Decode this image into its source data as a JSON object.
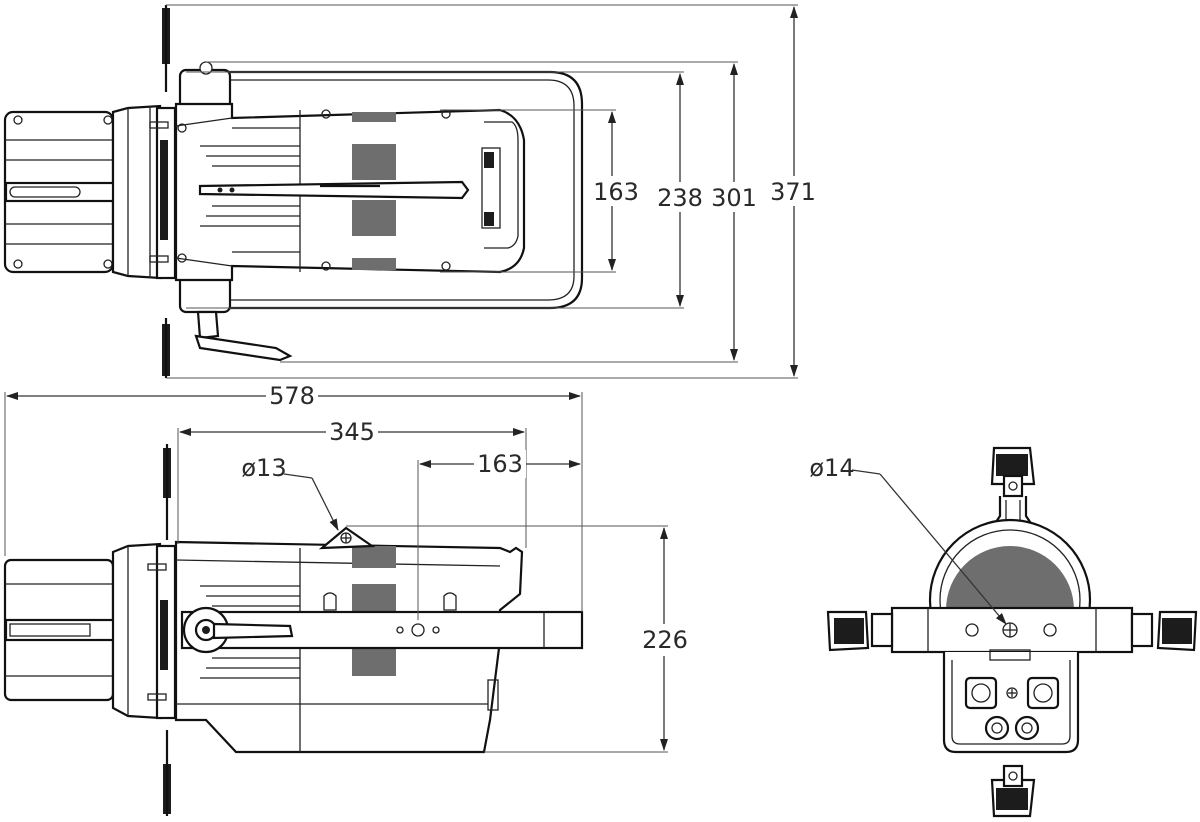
{
  "top_view": {
    "dims": {
      "d163": "163",
      "d238": "238",
      "d301": "301",
      "d371": "371"
    }
  },
  "side_view": {
    "dims": {
      "d578": "578",
      "d345": "345",
      "d163": "163",
      "d226": "226",
      "hole": "ø13"
    }
  },
  "rear_view": {
    "dims": {
      "hole": "ø14"
    }
  },
  "colors": {
    "line": "#111111",
    "dimension": "#333333",
    "grille": "#6e6e6e"
  }
}
